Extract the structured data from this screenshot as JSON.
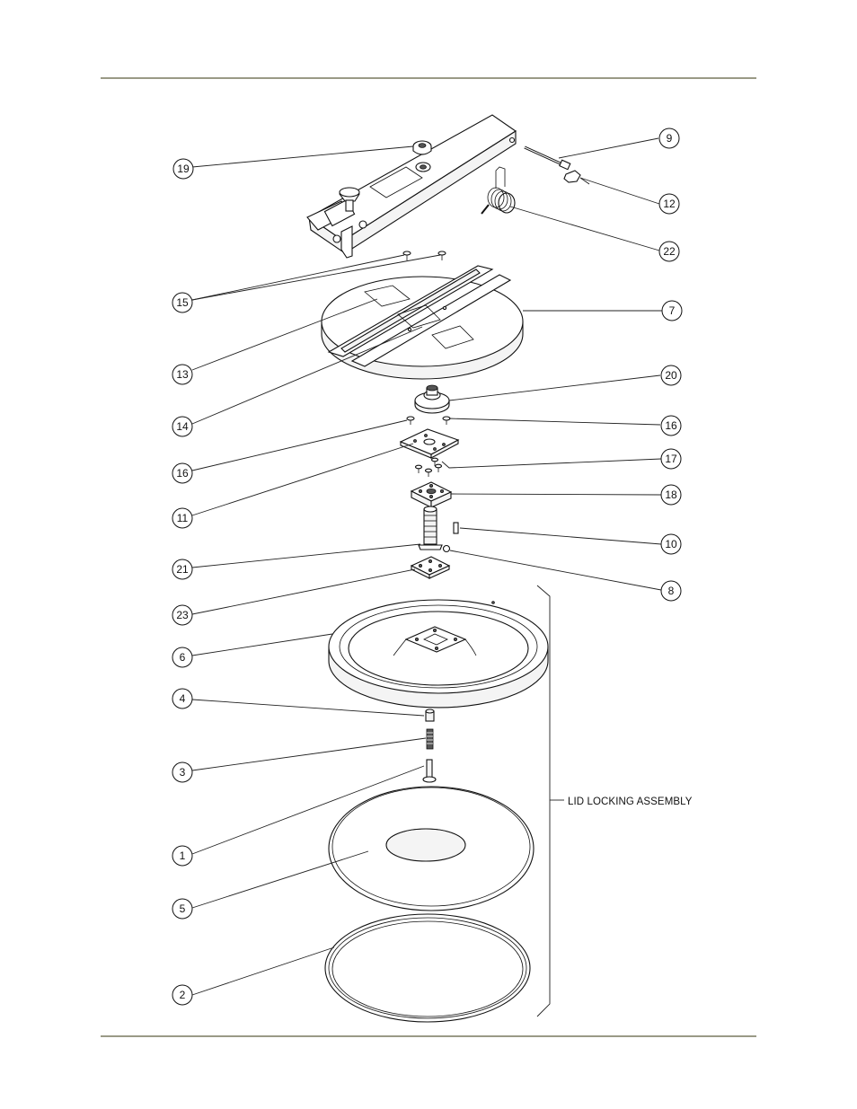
{
  "assembly_label": "LID LOCKING ASSEMBLY",
  "callouts": [
    {
      "id": "c19",
      "label": "19"
    },
    {
      "id": "c9",
      "label": "9"
    },
    {
      "id": "c12",
      "label": "12"
    },
    {
      "id": "c22",
      "label": "22"
    },
    {
      "id": "c15",
      "label": "15"
    },
    {
      "id": "c7",
      "label": "7"
    },
    {
      "id": "c13",
      "label": "13"
    },
    {
      "id": "c14",
      "label": "14"
    },
    {
      "id": "c20",
      "label": "20"
    },
    {
      "id": "c16a",
      "label": "16"
    },
    {
      "id": "c16b",
      "label": "16"
    },
    {
      "id": "c17",
      "label": "17"
    },
    {
      "id": "c11",
      "label": "11"
    },
    {
      "id": "c18",
      "label": "18"
    },
    {
      "id": "c10",
      "label": "10"
    },
    {
      "id": "c21",
      "label": "21"
    },
    {
      "id": "c8",
      "label": "8"
    },
    {
      "id": "c23",
      "label": "23"
    },
    {
      "id": "c6",
      "label": "6"
    },
    {
      "id": "c4",
      "label": "4"
    },
    {
      "id": "c3",
      "label": "3"
    },
    {
      "id": "c1",
      "label": "1"
    },
    {
      "id": "c5",
      "label": "5"
    },
    {
      "id": "c2",
      "label": "2"
    }
  ]
}
